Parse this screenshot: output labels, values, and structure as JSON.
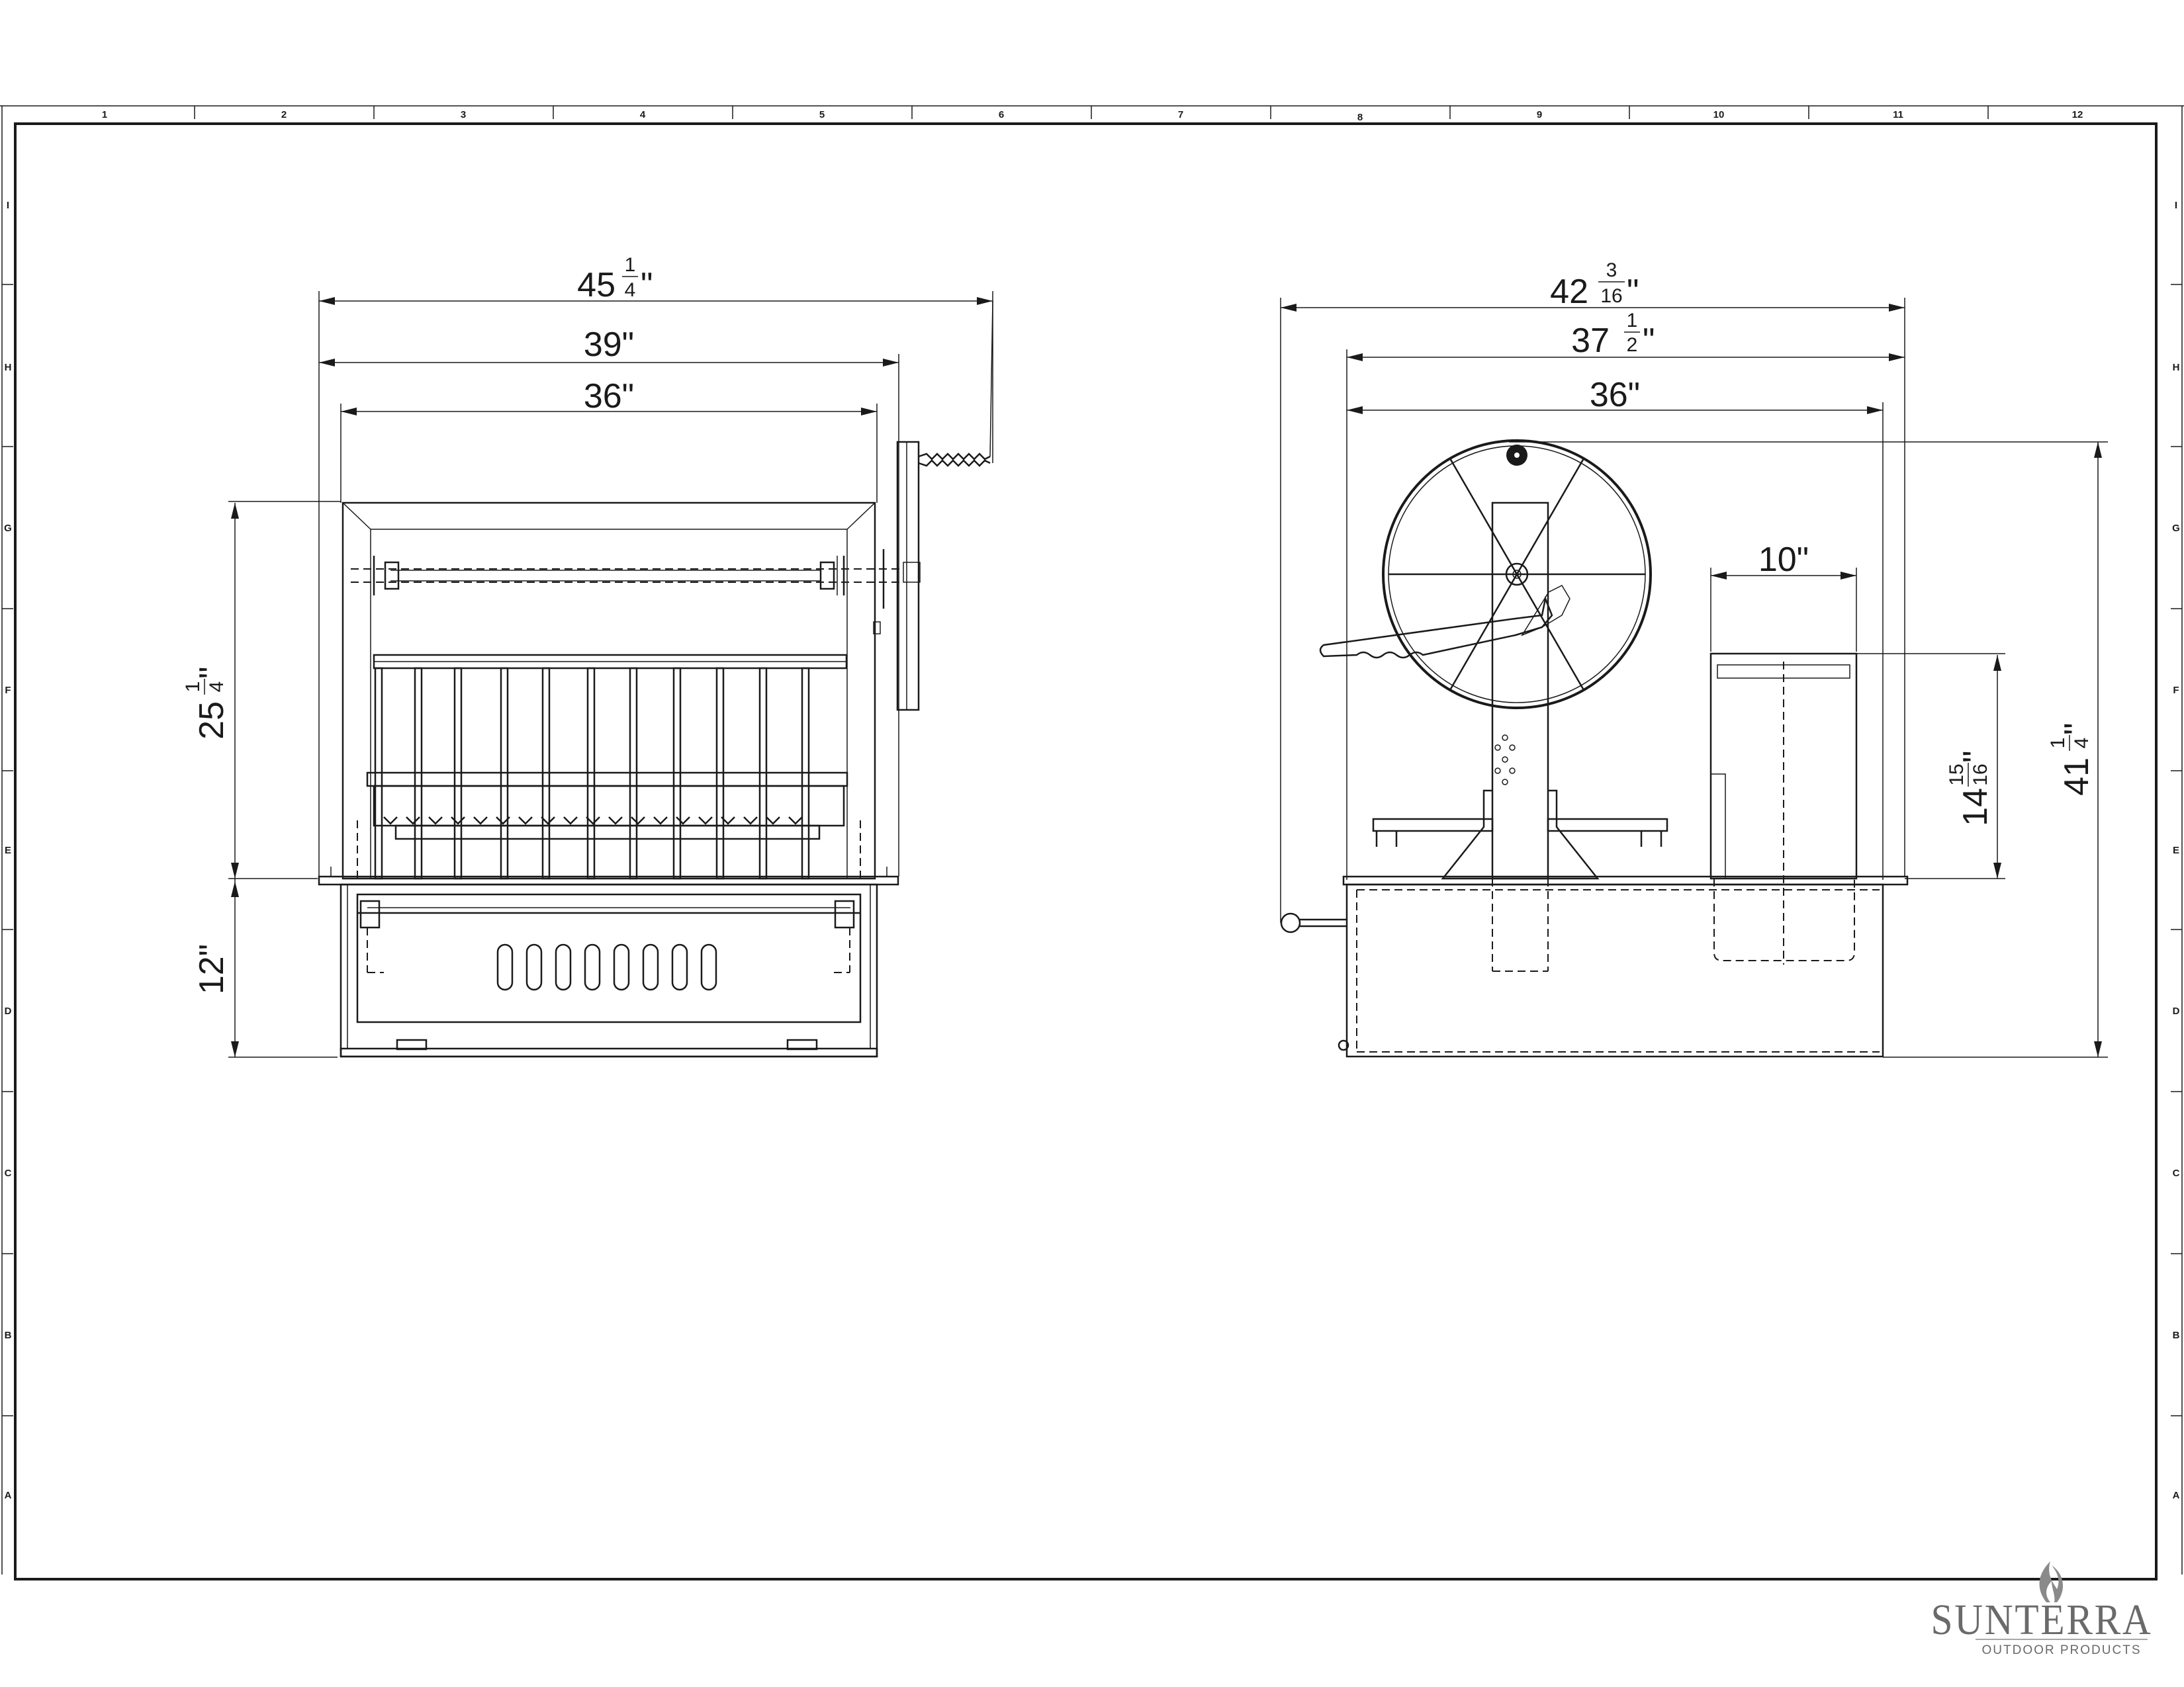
{
  "sheet": {
    "column_labels": [
      "1",
      "2",
      "3",
      "4",
      "5",
      "6",
      "7",
      "8",
      "9",
      "10",
      "11",
      "12"
    ],
    "row_labels": [
      "I",
      "H",
      "G",
      "F",
      "E",
      "D",
      "C",
      "B",
      "A"
    ]
  },
  "front_view": {
    "dim_overall_width": {
      "whole": "45",
      "num": "1",
      "den": "4",
      "unit": "\""
    },
    "dim_width_39": "39\"",
    "dim_width_36": "36\"",
    "dim_height_upper": {
      "whole": "25",
      "num": "1",
      "den": "4",
      "unit": "\""
    },
    "dim_height_lower": "12\""
  },
  "side_view": {
    "dim_overall_width": {
      "whole": "42",
      "num": "3",
      "den": "16",
      "unit": "\""
    },
    "dim_width_37": {
      "whole": "37",
      "num": "1",
      "den": "2",
      "unit": "\""
    },
    "dim_width_36": "36\"",
    "dim_box_width": "10\"",
    "dim_box_height": {
      "whole": "14",
      "num": "15",
      "den": "16",
      "unit": "\""
    },
    "dim_overall_height": {
      "whole": "41",
      "num": "1",
      "den": "4",
      "unit": "\""
    }
  },
  "brand": {
    "name": "SUNTERRA",
    "tagline": "OUTDOOR PRODUCTS",
    "logo_icon": "flame-icon"
  }
}
